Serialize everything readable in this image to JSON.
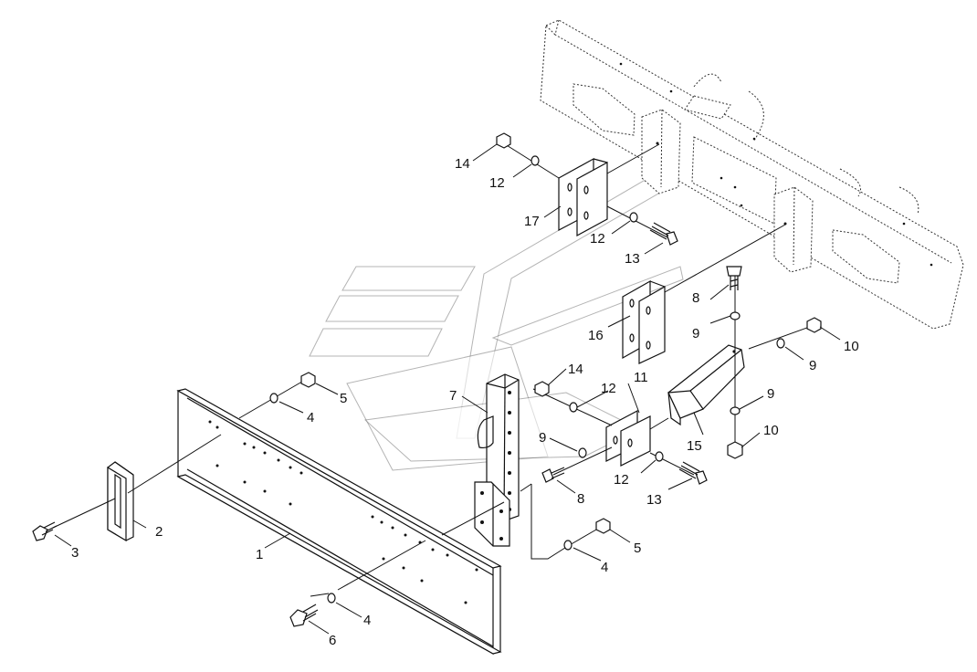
{
  "diagram": {
    "callouts": [
      {
        "id": "c1",
        "text": "1"
      },
      {
        "id": "c2",
        "text": "2"
      },
      {
        "id": "c3",
        "text": "3"
      },
      {
        "id": "c4a",
        "text": "4"
      },
      {
        "id": "c4b",
        "text": "4"
      },
      {
        "id": "c4c",
        "text": "4"
      },
      {
        "id": "c5a",
        "text": "5"
      },
      {
        "id": "c5b",
        "text": "5"
      },
      {
        "id": "c6",
        "text": "6"
      },
      {
        "id": "c7",
        "text": "7"
      },
      {
        "id": "c8a",
        "text": "8"
      },
      {
        "id": "c8b",
        "text": "8"
      },
      {
        "id": "c9a",
        "text": "9"
      },
      {
        "id": "c9b",
        "text": "9"
      },
      {
        "id": "c9c",
        "text": "9"
      },
      {
        "id": "c9d",
        "text": "9"
      },
      {
        "id": "c10a",
        "text": "10"
      },
      {
        "id": "c10b",
        "text": "10"
      },
      {
        "id": "c11",
        "text": "11"
      },
      {
        "id": "c12a",
        "text": "12"
      },
      {
        "id": "c12b",
        "text": "12"
      },
      {
        "id": "c12c",
        "text": "12"
      },
      {
        "id": "c12d",
        "text": "12"
      },
      {
        "id": "c13a",
        "text": "13"
      },
      {
        "id": "c13b",
        "text": "13"
      },
      {
        "id": "c14a",
        "text": "14"
      },
      {
        "id": "c14b",
        "text": "14"
      },
      {
        "id": "c15",
        "text": "15"
      },
      {
        "id": "c16",
        "text": "16"
      },
      {
        "id": "c17",
        "text": "17"
      }
    ]
  }
}
